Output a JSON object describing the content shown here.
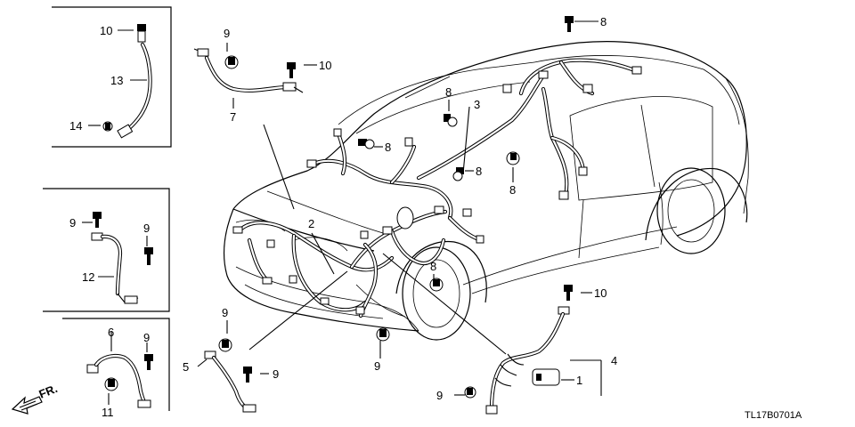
{
  "callouts": {
    "c1": "1",
    "c2": "2",
    "c3": "3",
    "c4": "4",
    "c5": "5",
    "c6": "6",
    "c7": "7",
    "c8a": "8",
    "c8b": "8",
    "c8c": "8",
    "c8d": "8",
    "c8e": "8",
    "c8f": "8",
    "c9a": "9",
    "c9b": "9",
    "c9c": "9",
    "c9d": "9",
    "c9e": "9",
    "c9f": "9",
    "c9g": "9",
    "c9h": "9",
    "c10a": "10",
    "c10b": "10",
    "c10c": "10",
    "c11": "11",
    "c12": "12",
    "c13": "13",
    "c14": "14"
  },
  "front_label": "FR.",
  "diagram_code": "TL17B0701A"
}
